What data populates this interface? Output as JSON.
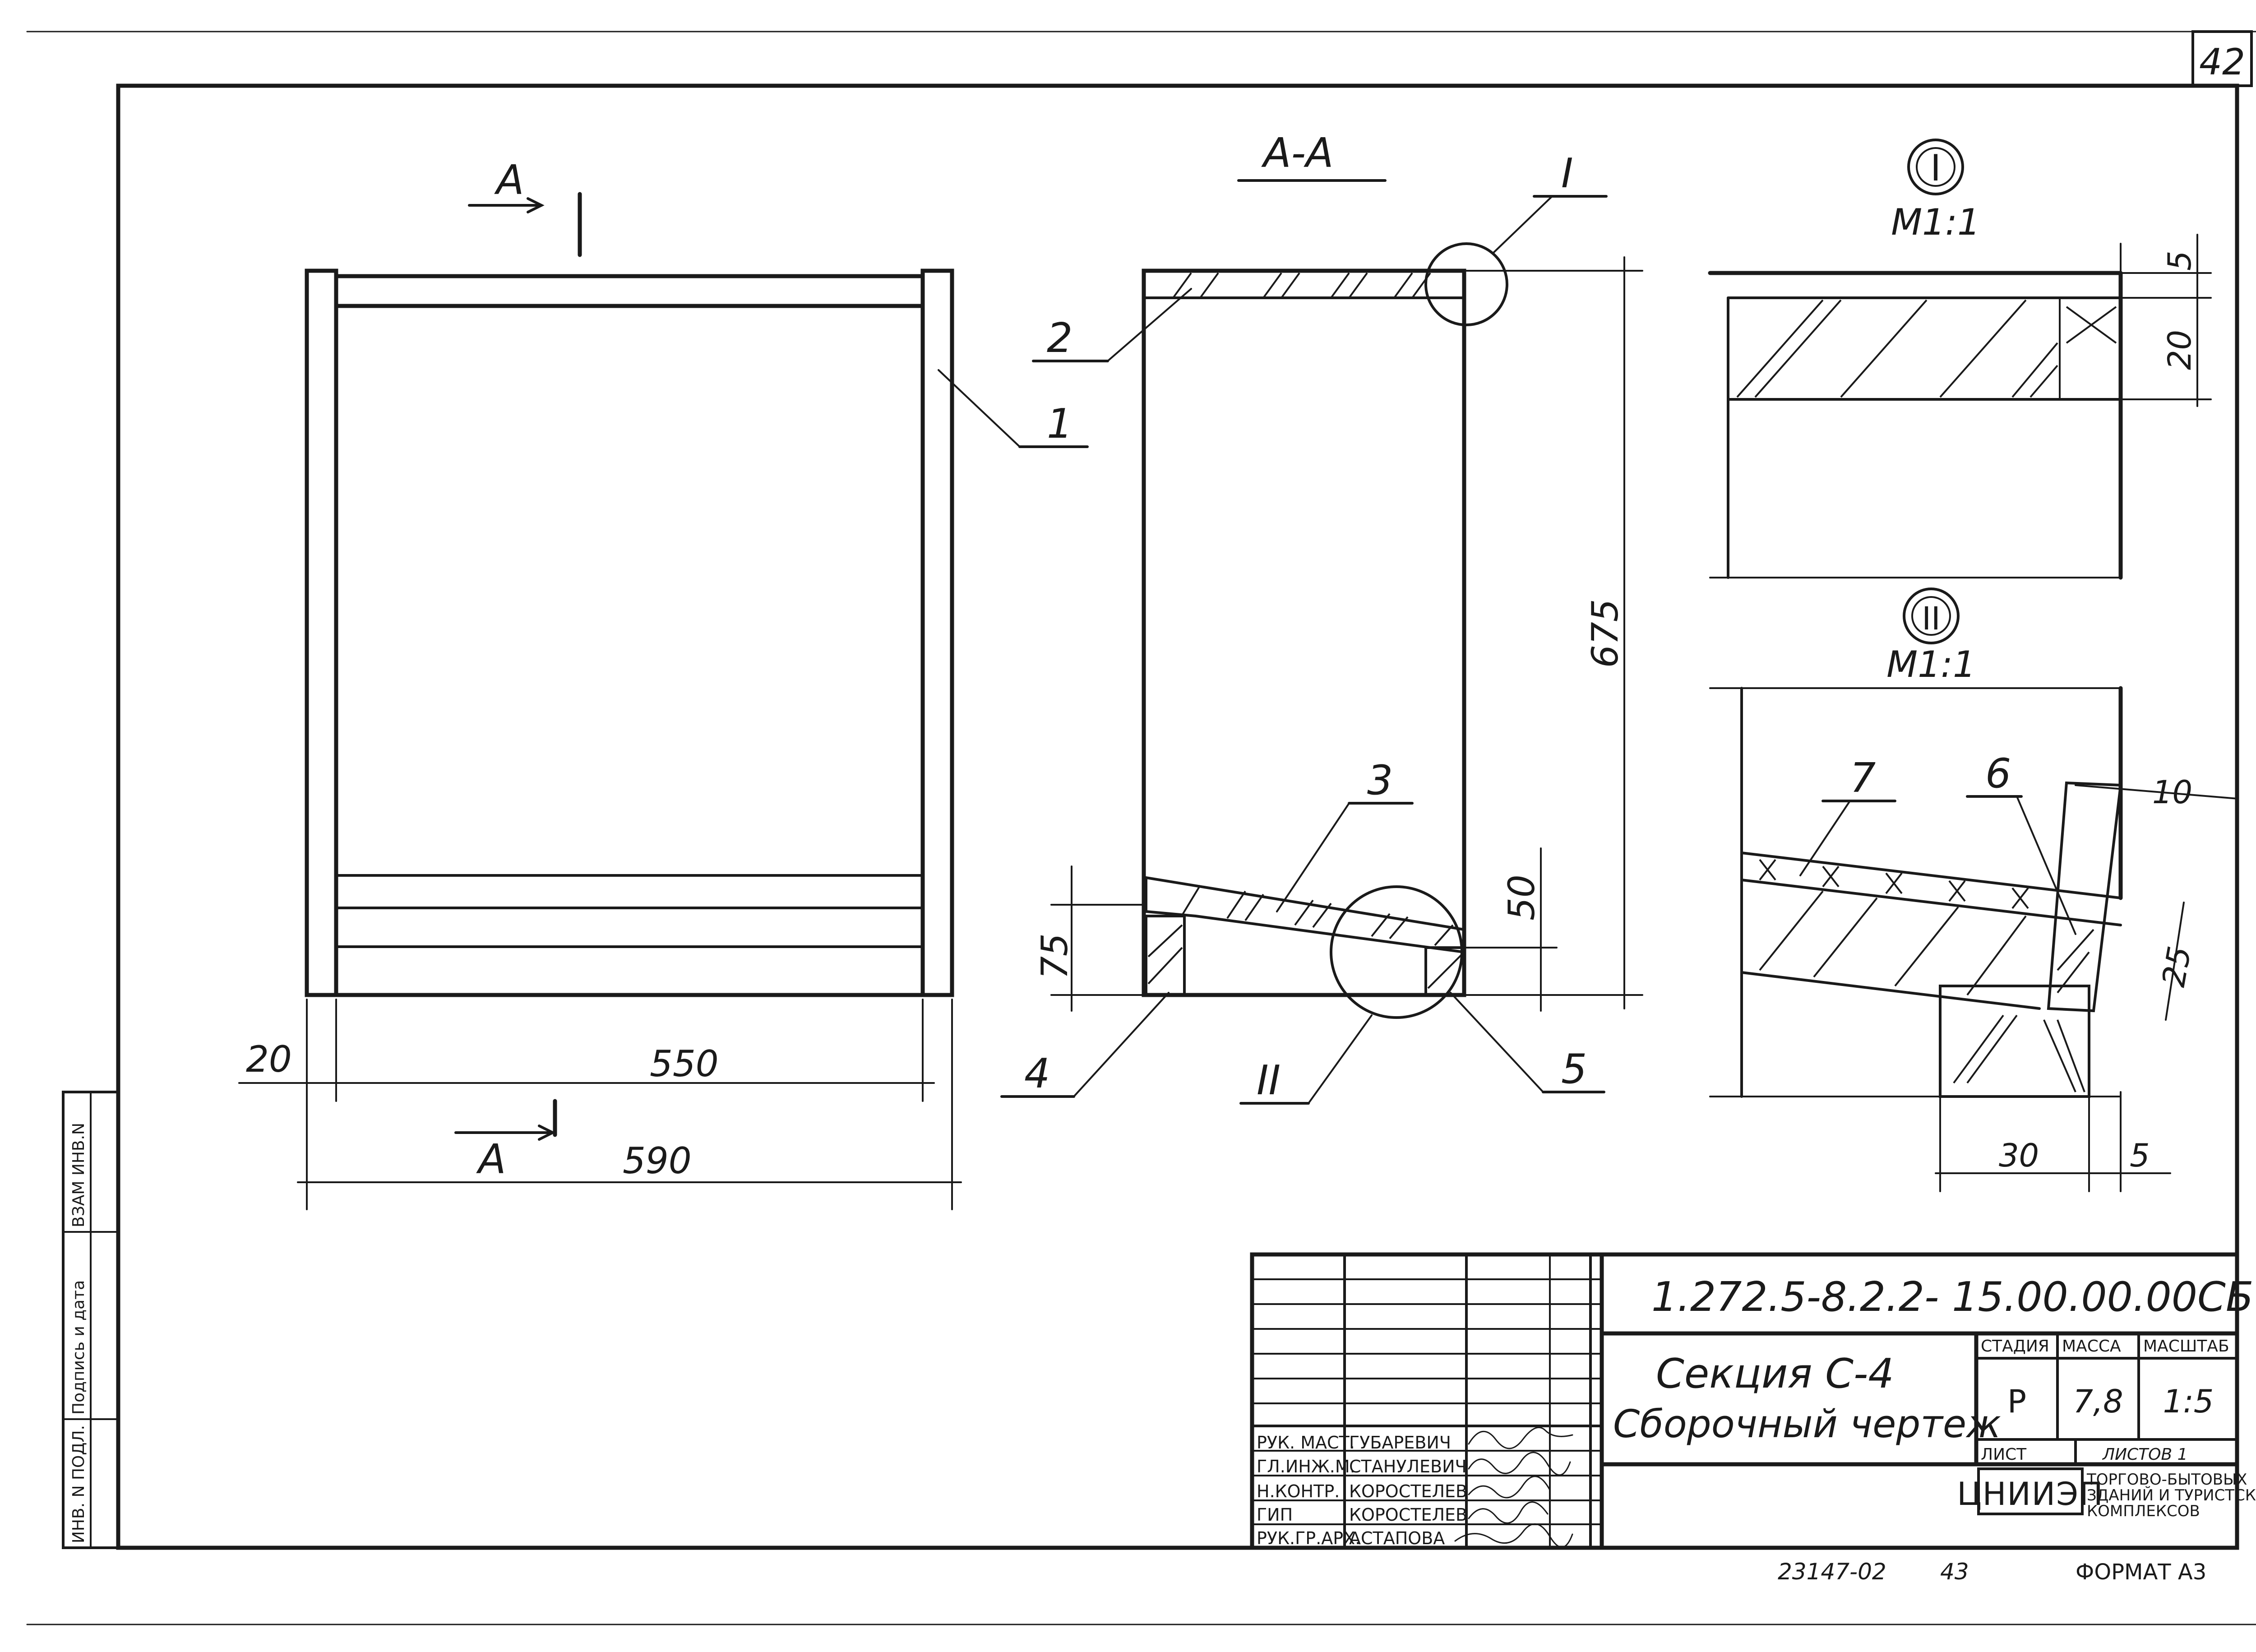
{
  "sheet": {
    "page_number": "42",
    "footer_number": "23147-02",
    "footer_copy": "43",
    "format_label": "ФОРМАТ А3"
  },
  "left_strip": {
    "inv_no_orig": "ИНВ. N ПОДЛ.",
    "sign_date": "Подпись и дата",
    "replaced_inv": "ВЗАМ ИНВ.N"
  },
  "front_view": {
    "section_marker": "А",
    "section_marker_bottom": "А",
    "callout_1": "1",
    "dim_20": "20",
    "dim_550": "550",
    "dim_590": "590"
  },
  "section_view": {
    "title": "А-А",
    "detail_I": "I",
    "detail_II": "II",
    "callout_2": "2",
    "callout_3": "3",
    "callout_4": "4",
    "callout_5": "5",
    "dim_675": "675",
    "dim_75": "75",
    "dim_50": "50"
  },
  "detail_I": {
    "marker": "I",
    "scale": "М1:1",
    "dim_5": "5",
    "dim_20": "20"
  },
  "detail_II": {
    "marker": "II",
    "scale": "М1:1",
    "callout_7": "7",
    "callout_6": "6",
    "dim_10": "10",
    "dim_25": "25",
    "dim_30": "30",
    "dim_5": "5"
  },
  "title_block": {
    "doc_code": "1.272.5-8.2.2- 15.00.00.00СБ",
    "title_line1": "Секция С-4",
    "title_line2": "Сборочный чертеж",
    "stage_header": "СТАДИЯ",
    "mass_header": "МАССА",
    "scale_header": "МАСШТАБ",
    "stage_value": "Р",
    "mass_value": "7,8",
    "scale_value": "1:5",
    "sheet_label": "ЛИСТ",
    "sheets_label": "ЛИСТОВ 1",
    "org_logo": "ЦНИИЭП",
    "org_name_1": "ТОРГОВО-БЫТОВЫХ",
    "org_name_2": "ЗДАНИЙ И ТУРИСТСКИХ",
    "org_name_3": "КОМПЛЕКСОВ",
    "signatories": [
      {
        "role": "РУК. МАСТ.",
        "name": "ГУБАРЕВИЧ"
      },
      {
        "role": "ГЛ.ИНЖ.М.",
        "name": "СТАНУЛЕВИЧ"
      },
      {
        "role": "Н.КОНТР.",
        "name": "КОРОСТЕЛЕВ"
      },
      {
        "role": "ГИП",
        "name": "КОРОСТЕЛЕВ"
      },
      {
        "role": "РУК.ГР.АРХ.",
        "name": "АСТАПОВА"
      }
    ]
  }
}
